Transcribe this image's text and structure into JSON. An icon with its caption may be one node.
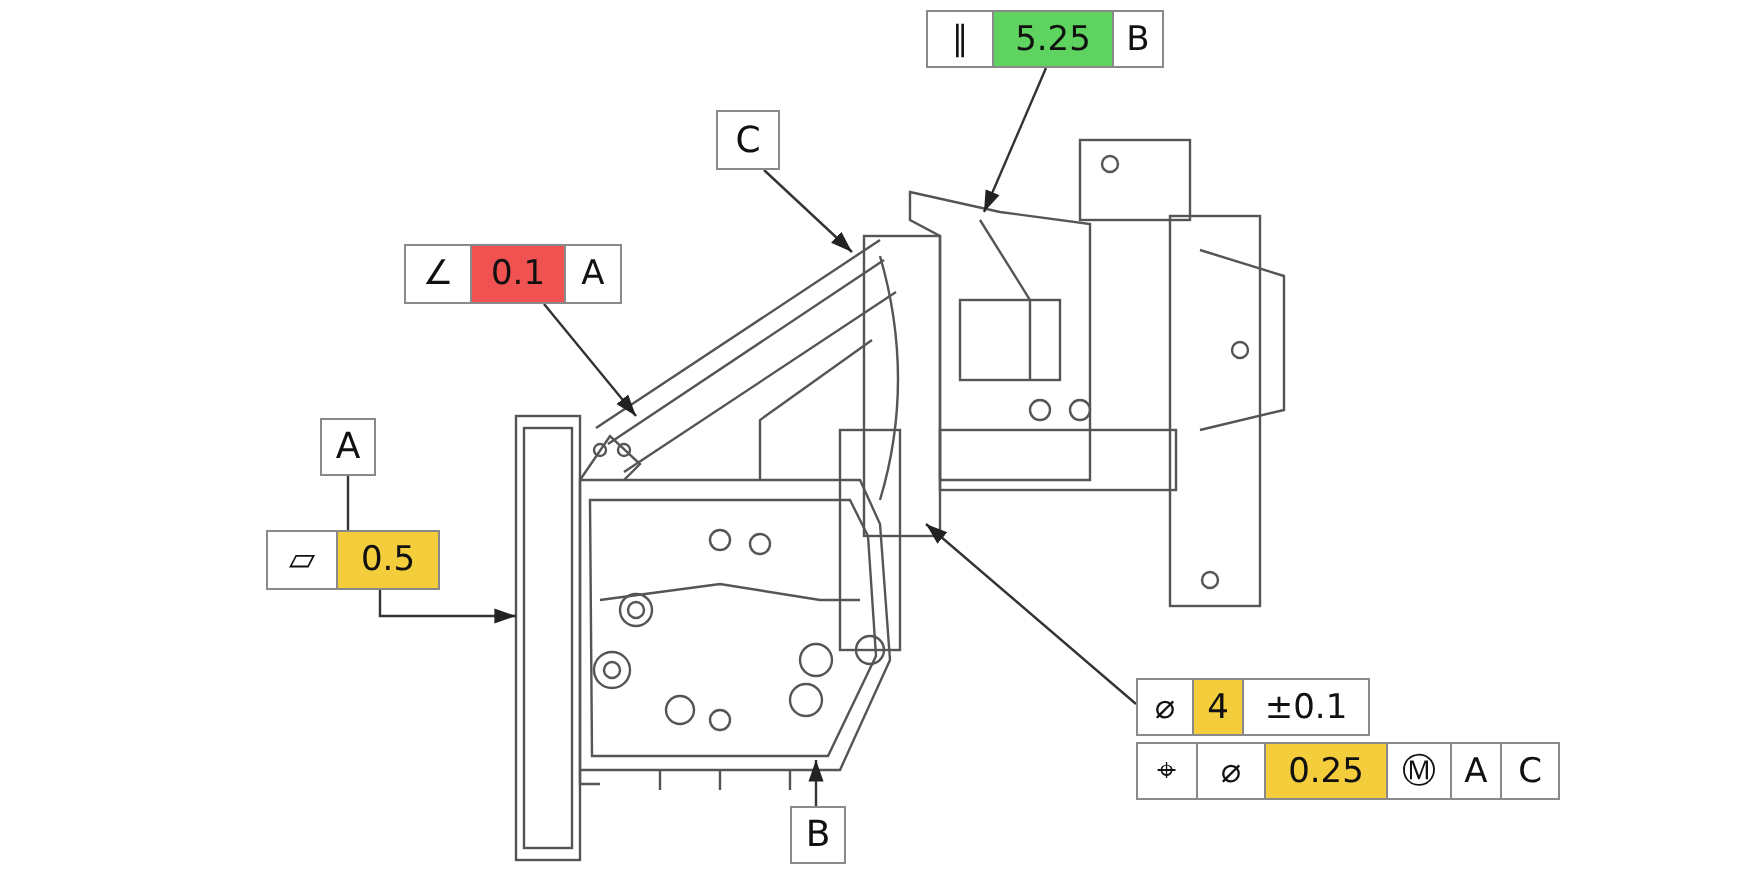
{
  "diagram": {
    "nodes": [
      {
        "text": [
          "C"
        ]
      },
      {
        "text": [
          "∥",
          "5.25",
          "B"
        ]
      },
      {
        "text": [
          "∠",
          "0.1",
          "A"
        ]
      },
      {
        "text": [
          "A"
        ]
      },
      {
        "text": [
          "▱",
          "0.5"
        ]
      },
      {
        "text": [
          "⌀",
          "4",
          "±0.1"
        ]
      },
      {
        "text": [
          "⌖",
          "⌀",
          "0.25",
          "Ⓜ",
          "A",
          "C"
        ]
      },
      {
        "text": [
          "B"
        ]
      }
    ],
    "edges": [
      {
        "from": 3,
        "to": 4,
        "arrow": "none"
      },
      {
        "from": 4,
        "to": null,
        "arrow": "to"
      },
      {
        "from": 2,
        "to": null,
        "arrow": "to"
      },
      {
        "from": 0,
        "to": null,
        "arrow": "to"
      },
      {
        "from": 1,
        "to": null,
        "arrow": "to"
      },
      {
        "from": 5,
        "to": null,
        "arrow": "to"
      },
      {
        "from": 7,
        "to": null,
        "arrow": "to"
      }
    ]
  }
}
